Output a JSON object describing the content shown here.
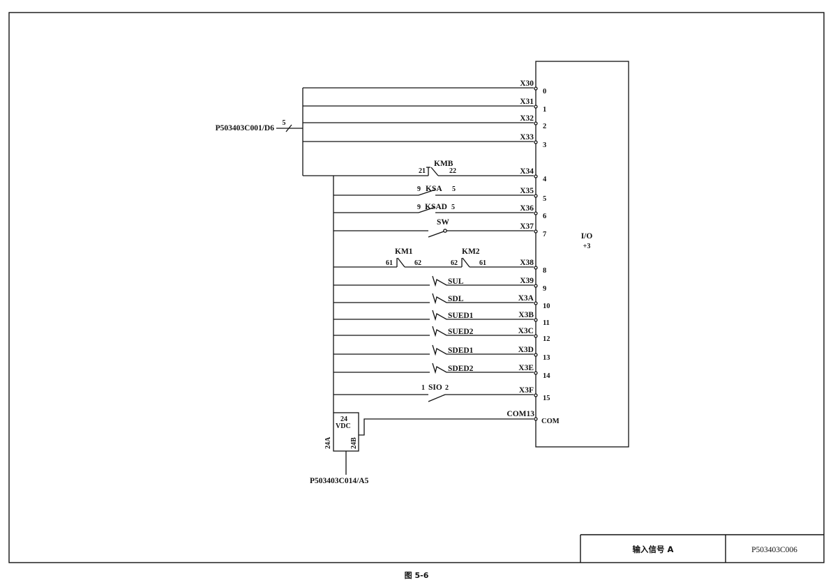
{
  "module": {
    "name": "I/O",
    "sub": "+3"
  },
  "title_block": {
    "title": "输入信号 A",
    "drawing_no": "P503403C006"
  },
  "caption": "图 5-6",
  "bus_ref": {
    "label": "P503403C001/D6",
    "count": "5"
  },
  "power": {
    "ref": "P503403C014/A5",
    "v_top": "24",
    "v_mid": "VDC",
    "left": "24A",
    "right": "24B",
    "com_label": "COM13",
    "com_pin": "COM"
  },
  "inputs": [
    {
      "x": "X30",
      "pin": "0"
    },
    {
      "x": "X31",
      "pin": "1"
    },
    {
      "x": "X32",
      "pin": "2"
    },
    {
      "x": "X33",
      "pin": "3"
    },
    {
      "x": "X34",
      "pin": "4",
      "device": "KMB",
      "t1": "21",
      "t2": "22"
    },
    {
      "x": "X35",
      "pin": "5",
      "device": "KSA",
      "t1": "9",
      "t2": "5"
    },
    {
      "x": "X36",
      "pin": "6",
      "device": "KSAD",
      "t1": "9",
      "t2": "5"
    },
    {
      "x": "X37",
      "pin": "7",
      "device": "SW"
    },
    {
      "x": "X38",
      "pin": "8",
      "device": "KM1",
      "t1": "61",
      "t2": "62",
      "device2": "KM2",
      "t3": "62",
      "t4": "61"
    },
    {
      "x": "X39",
      "pin": "9",
      "device": "SUL"
    },
    {
      "x": "X3A",
      "pin": "10",
      "device": "SDL"
    },
    {
      "x": "X3B",
      "pin": "11",
      "device": "SUED1"
    },
    {
      "x": "X3C",
      "pin": "12",
      "device": "SUED2"
    },
    {
      "x": "X3D",
      "pin": "13",
      "device": "SDED1"
    },
    {
      "x": "X3E",
      "pin": "14",
      "device": "SDED2"
    },
    {
      "x": "X3F",
      "pin": "15",
      "device": "SIO",
      "t1": "1",
      "t2": "2"
    }
  ]
}
